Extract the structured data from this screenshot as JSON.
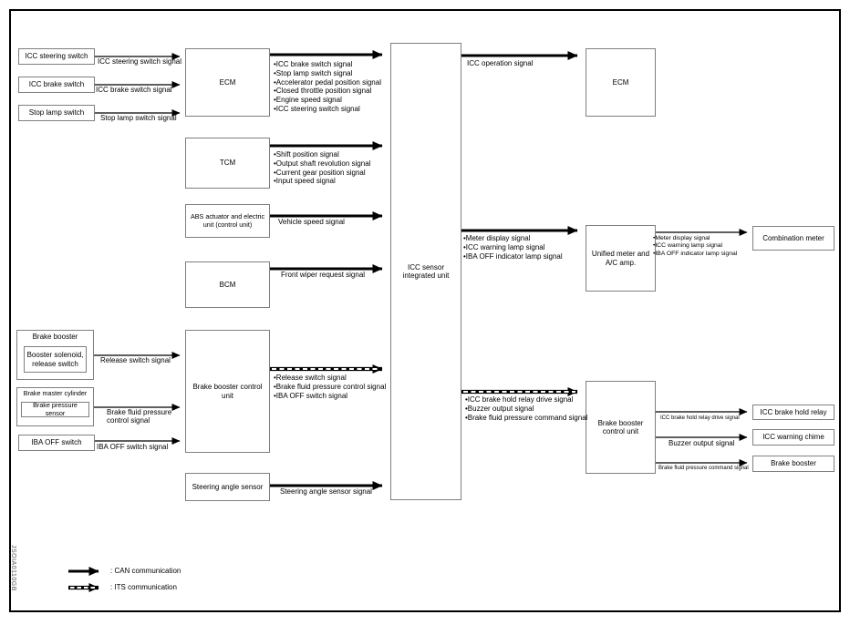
{
  "figure_code": "JSOIA0110GB",
  "nodes": {
    "icc_steering_switch": "ICC steering switch",
    "icc_brake_switch": "ICC brake switch",
    "stop_lamp_switch": "Stop lamp switch",
    "ecm_left": "ECM",
    "tcm": "TCM",
    "abs_unit": "ABS actuator and electric unit (control unit)",
    "bcm": "BCM",
    "brake_booster_left": "Brake booster",
    "booster_solenoid": "Booster solenoid, release switch",
    "brake_master_cylinder": "Brake master cylinder",
    "brake_pressure_sensor": "Brake pressure sensor",
    "iba_off_switch": "IBA OFF switch",
    "brake_booster_cu_left": "Brake booster control unit",
    "steering_angle_sensor": "Steering angle sensor",
    "icc_sensor": "ICC sensor integrated unit",
    "ecm_right": "ECM",
    "unified_meter": "Unified meter and A/C amp.",
    "brake_booster_cu_right": "Brake booster control unit",
    "combination_meter": "Combination meter",
    "icc_brake_hold_relay": "ICC brake hold relay",
    "icc_warning_chime": "ICC warning chime",
    "brake_booster_right": "Brake booster"
  },
  "edges": {
    "icc_steering_switch_signal": "ICC steering switch signal",
    "icc_brake_switch_signal": "ICC brake switch signal",
    "stop_lamp_switch_signal": "Stop lamp switch signal",
    "ecm_to_icc": [
      "ICC brake switch signal",
      "Stop lamp switch signal",
      "Accelerator pedal position signal",
      "Closed throttle position signal",
      "Engine speed signal",
      "ICC steering switch signal"
    ],
    "tcm_to_icc": [
      "Shift position signal",
      "Output shaft revolution signal",
      "Current gear position signal",
      "Input speed signal"
    ],
    "vehicle_speed_signal": "Vehicle speed signal",
    "front_wiper_request_signal": "Front wiper request signal",
    "release_switch_signal": "Release switch signal",
    "brake_fluid_pressure_control_signal": "Brake fluid pressure control signal",
    "iba_off_switch_signal": "IBA OFF switch signal",
    "bbcu_to_icc": [
      "Release switch signal",
      "Brake fluid pressure control signal",
      "IBA OFF switch signal"
    ],
    "steering_angle_sensor_signal": "Steering angle sensor signal",
    "icc_operation_signal": "ICC operation signal",
    "icc_to_meter": [
      "Meter display signal",
      "ICC warning lamp signal",
      "IBA OFF indicator lamp signal"
    ],
    "meter_to_combination": [
      "Meter display signal",
      "ICC warning lamp signal",
      "IBA OFF indicator lamp signal"
    ],
    "icc_to_bbcu": [
      "ICC brake hold relay drive signal",
      "Buzzer output signal",
      "Brake fluid pressure command signal"
    ],
    "icc_brake_hold_relay_drive_signal": "ICC brake hold relay drive signal",
    "buzzer_output_signal": "Buzzer output signal",
    "brake_fluid_pressure_command_signal": "Brake fluid pressure command signal"
  },
  "legend": {
    "can": ": CAN communication",
    "its": ": ITS communication"
  }
}
